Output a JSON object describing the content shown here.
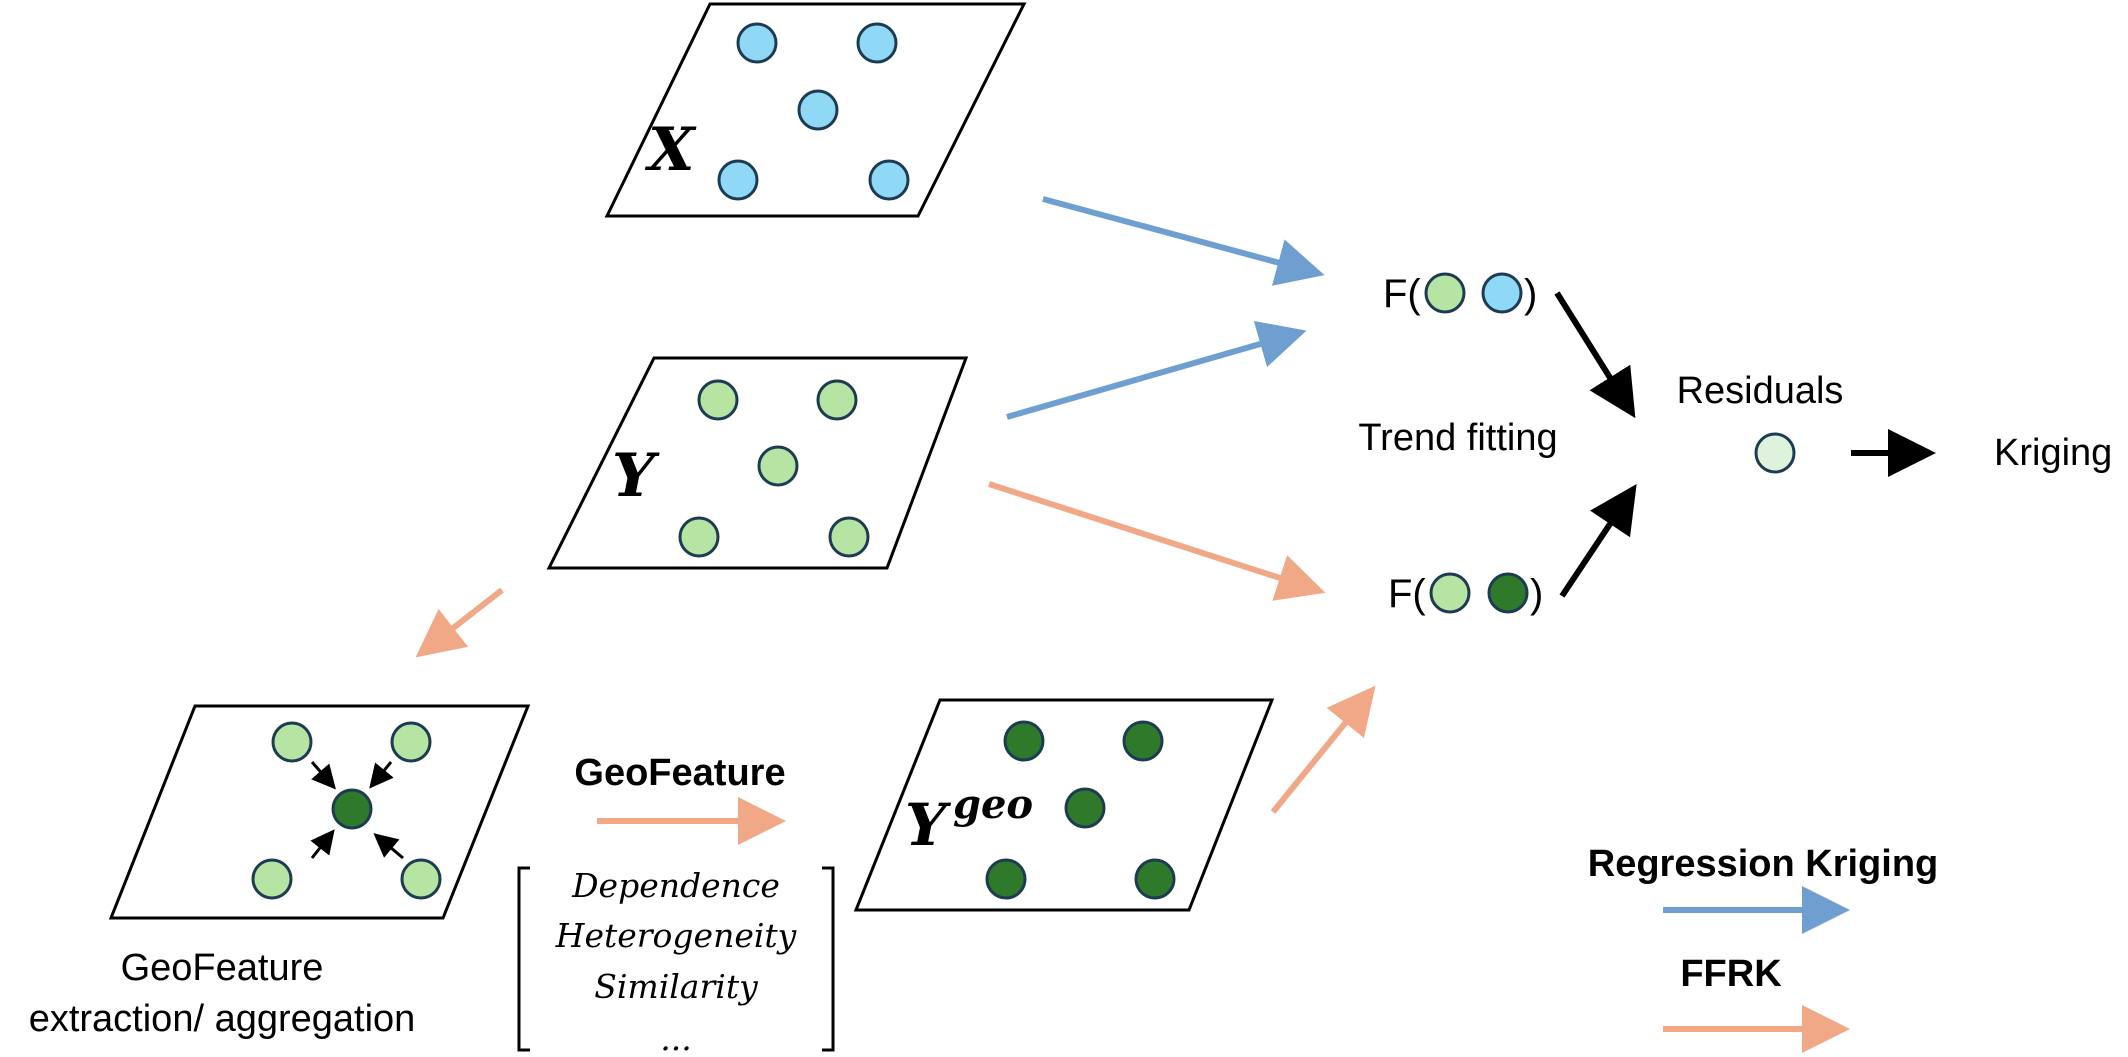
{
  "colors": {
    "x_point": "#8fd8f6",
    "y_point": "#b5e4a3",
    "geo_point": "#2e7a2a",
    "residual_point": "#def2dc",
    "regression_kriging": "#6f9fd0",
    "ffrk": "#f1a886",
    "black_arrow": "#000000",
    "point_stroke": "#1d3b52"
  },
  "planes": {
    "x": {
      "symbol": "X"
    },
    "y": {
      "symbol": "Y"
    },
    "y_geo": {
      "symbol": "Y",
      "superscript": "geo"
    }
  },
  "fitting": {
    "f_regression": "F(",
    "f_regression_close": ")",
    "f_ffrk": "F(",
    "f_ffrk_close": ")",
    "trend_label": "Trend fitting"
  },
  "residuals": {
    "label": "Residuals"
  },
  "kriging": {
    "label": "Kriging"
  },
  "geofeature": {
    "arrow_label": "GeoFeature",
    "features": [
      "Dependence",
      "Heterogeneity",
      "Similarity",
      "..."
    ],
    "extraction_label_line1": "GeoFeature",
    "extraction_label_line2": "extraction/ aggregation"
  },
  "legend": {
    "regression_kriging": "Regression Kriging",
    "ffrk": "FFRK"
  }
}
